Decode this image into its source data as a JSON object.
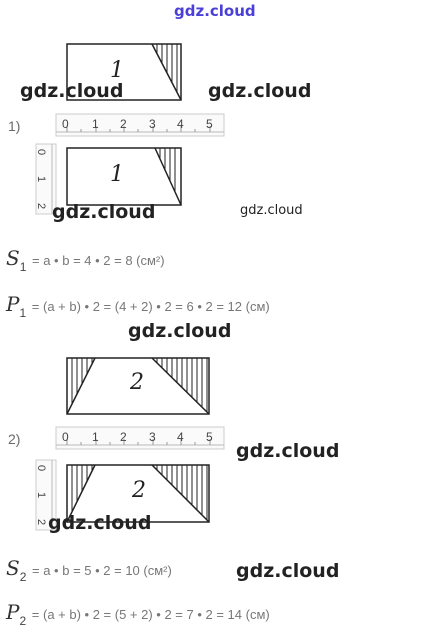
{
  "watermark": "gdz.cloud",
  "part1": {
    "label": "1)",
    "shape_number": "1",
    "ruler_ticks": [
      "0",
      "1",
      "2",
      "3",
      "4",
      "5"
    ],
    "vruler_ticks": [
      "0",
      "1",
      "2"
    ],
    "area": {
      "var": "S",
      "sub": "1",
      "rest": "= a • b = 4 • 2 = 8 (см²)"
    },
    "perimeter": {
      "var": "P",
      "sub": "1",
      "rest": "= (a + b) • 2 = (4 + 2) • 2 = 6 •  2 = 12 (см)"
    }
  },
  "part2": {
    "label": "2)",
    "shape_number": "2",
    "ruler_ticks": [
      "0",
      "1",
      "2",
      "3",
      "4",
      "5"
    ],
    "vruler_ticks": [
      "0",
      "1",
      "2"
    ],
    "area": {
      "var": "S",
      "sub": "2",
      "rest": "= a • b = 5 • 2 = 10 (см²)"
    },
    "perimeter": {
      "var": "P",
      "sub": "2",
      "rest": "= (a + b) • 2 = (5 + 2) • 2 = 7 •  2 = 14 (см)"
    }
  }
}
